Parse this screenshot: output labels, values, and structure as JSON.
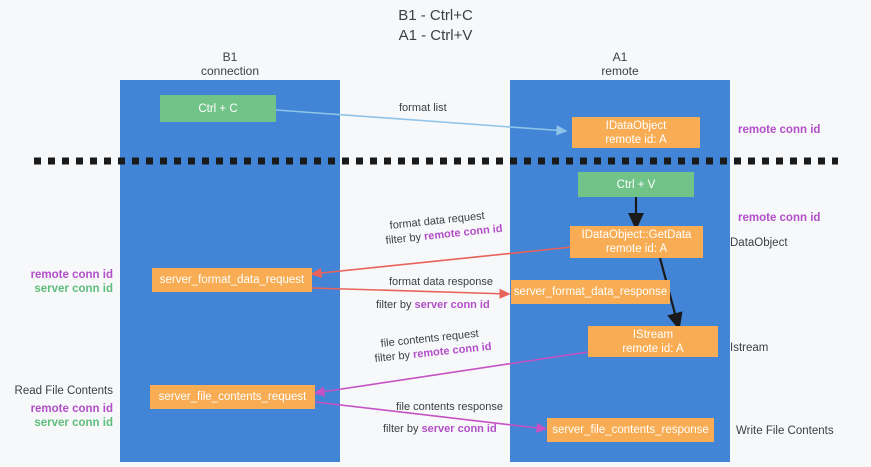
{
  "title": {
    "line1": "B1 - Ctrl+C",
    "line2": "A1 - Ctrl+V"
  },
  "columns": [
    {
      "name": "B1",
      "sub": "connection"
    },
    {
      "name": "A1",
      "sub": "remote"
    }
  ],
  "nodes": {
    "ctrl_c": {
      "label": "Ctrl + C"
    },
    "ctrl_v": {
      "label": "Ctrl + V"
    },
    "idataobject": {
      "line1": "IDataObject",
      "line2": "remote id: A"
    },
    "getdata": {
      "line1": "IDataObject::GetData",
      "line2": "remote id: A"
    },
    "istream": {
      "line1": "IStream",
      "line2": "remote id: A"
    },
    "server_format_data_request": {
      "label": "server_format_data_request"
    },
    "server_format_data_response": {
      "label": "server_format_data_response"
    },
    "server_file_contents_request": {
      "label": "server_file_contents_request"
    },
    "server_file_contents_response": {
      "label": "server_file_contents_response"
    }
  },
  "edge_labels": {
    "format_list": "format list",
    "format_data_request": "format data request",
    "format_data_request_filter_prefix": "filter by ",
    "format_data_request_filter_key": "remote conn id",
    "format_data_response": "format data response",
    "format_data_response_filter_prefix": "filter by ",
    "format_data_response_filter_key": "server conn id",
    "file_contents_request": "file contents request",
    "file_contents_request_filter_prefix": "filter by ",
    "file_contents_request_filter_key": "remote conn id",
    "file_contents_response": "file contents response",
    "file_contents_response_filter_prefix": "filter by ",
    "file_contents_response_filter_key": "server conn id"
  },
  "annotations": {
    "right_top_remote_conn_id": "remote conn id",
    "right_mid_remote_conn_id": "remote conn id",
    "right_dataobject": "DataObject",
    "right_istream": "Istream",
    "right_write_file_contents": "Write File Contents",
    "left_remote_conn_id_1": "remote conn id",
    "left_server_conn_id_1": "server conn id",
    "left_read_file_contents": "Read File Contents",
    "left_remote_conn_id_2": "remote conn id",
    "left_server_conn_id_2": "server conn id"
  },
  "colors": {
    "lane": "#4285d6",
    "green_node": "#72c387",
    "orange_node": "#f8ad54",
    "purple": "#b24fc8",
    "green_text": "#5fbd7b",
    "arrow_blue": "#8ec4e8",
    "arrow_red": "#e8635a",
    "arrow_magenta": "#c452c4",
    "arrow_black": "#1a1a1a",
    "background": "#f7f8fa"
  }
}
